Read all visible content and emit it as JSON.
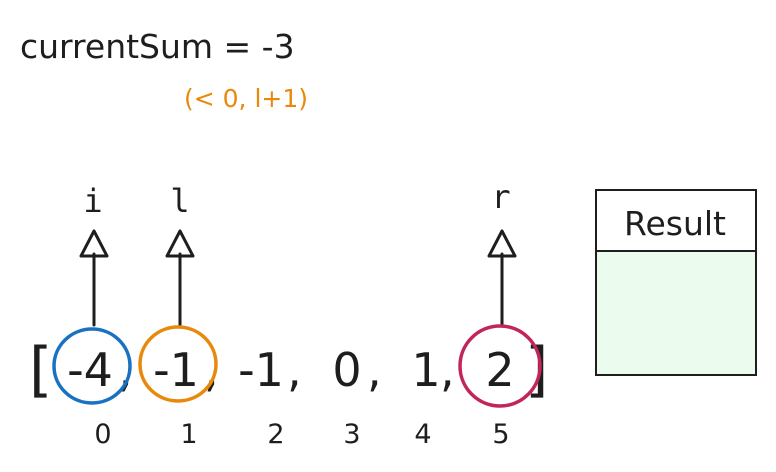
{
  "current_sum": {
    "text": "currentSum = -3",
    "note": "(< 0, l+1)",
    "note_color": "#e8890c"
  },
  "pointers": {
    "i": "i",
    "l": "l",
    "r": "r"
  },
  "array": {
    "open": "[",
    "close": "]",
    "elements": [
      {
        "value": "-4",
        "sep": ",",
        "index": "0"
      },
      {
        "value": "-1",
        "sep": ",",
        "index": "1"
      },
      {
        "value": "-1",
        "sep": ",",
        "index": "2"
      },
      {
        "value": "0",
        "sep": ",",
        "index": "3"
      },
      {
        "value": "1",
        "sep": ",",
        "index": "4"
      },
      {
        "value": "2",
        "sep": "",
        "index": "5"
      }
    ]
  },
  "highlights": [
    {
      "pointer": "i",
      "color": "#1971c2"
    },
    {
      "pointer": "l",
      "color": "#e8890c"
    },
    {
      "pointer": "r",
      "color": "#c2255c"
    }
  ],
  "result": {
    "title": "Result",
    "header_fill": "#ffffff",
    "body_fill": "#ebfbee"
  }
}
